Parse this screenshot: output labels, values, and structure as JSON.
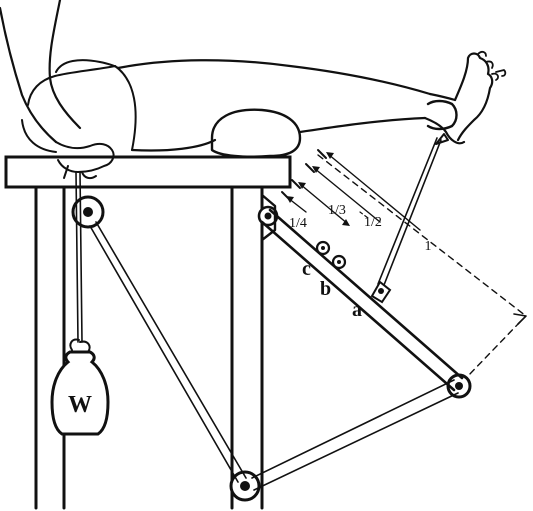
{
  "labels": {
    "weight": "W",
    "point_a": "a",
    "point_b": "b",
    "point_c": "c"
  },
  "fractions": {
    "quarter": "1/4",
    "third": "1/3",
    "half": "1/2",
    "full": "1"
  }
}
